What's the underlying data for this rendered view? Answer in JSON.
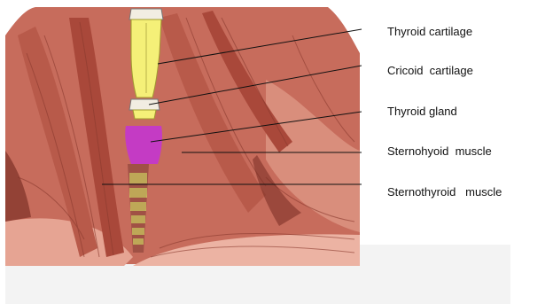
{
  "labels": [
    "Thyroid cartilage",
    "Cricoid  cartilage",
    "Thyroid gland",
    "Sternohyoid  muscle",
    "Sternothyroid   muscle"
  ],
  "colors": {
    "muscle": "#c76c5c",
    "muscle_light": "#e6a493",
    "muscle_dark": "#7d3026",
    "cartilage_yellow": "#f5f078",
    "thyroid_gland": "#c43bc4",
    "bone_white": "#f2ede2",
    "leader_line": "#111111",
    "panel_gray": "#f3f3f3"
  }
}
